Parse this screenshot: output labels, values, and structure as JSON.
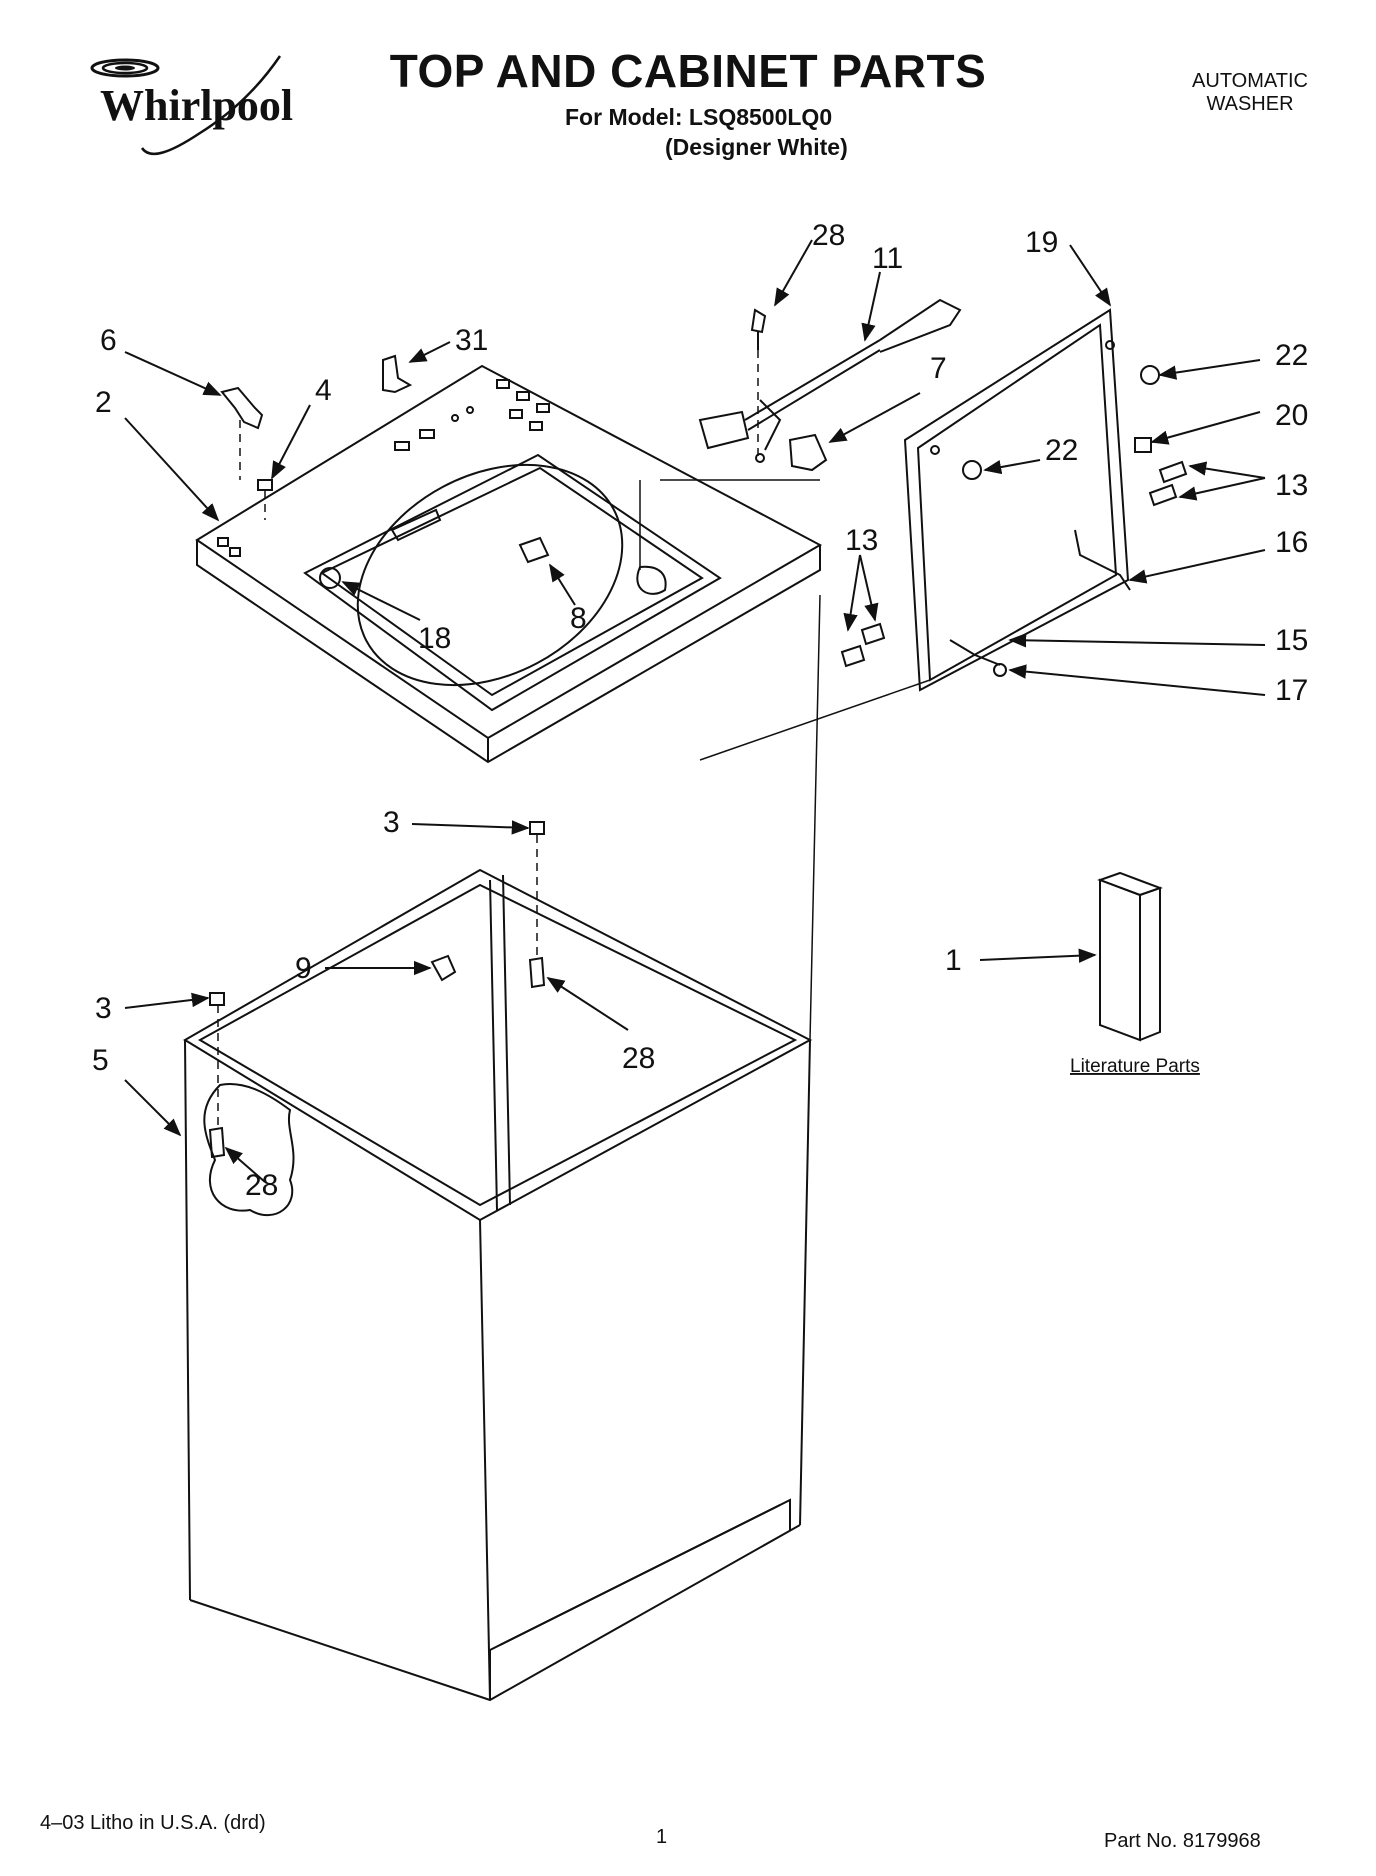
{
  "header": {
    "brand": "Whirlpool",
    "title": "TOP AND CABINET PARTS",
    "model_line": "For Model: LSQ8500LQ0",
    "color_line": "(Designer White)",
    "product_line1": "AUTOMATIC",
    "product_line2": "WASHER"
  },
  "callouts": {
    "c1": "1",
    "c2": "2",
    "c3a": "3",
    "c3b": "3",
    "c4": "4",
    "c5": "5",
    "c6": "6",
    "c7": "7",
    "c8": "8",
    "c9": "9",
    "c11": "11",
    "c13a": "13",
    "c13b": "13",
    "c15": "15",
    "c16": "16",
    "c17": "17",
    "c18": "18",
    "c19": "19",
    "c20": "20",
    "c22a": "22",
    "c22b": "22",
    "c28a": "28",
    "c28b": "28",
    "c28c": "28",
    "c31": "31"
  },
  "literature_label": "Literature Parts",
  "footer": {
    "litho": "4–03 Litho in U.S.A. (drd)",
    "page": "1",
    "part_no": "Part No. 8179968"
  },
  "colors": {
    "ink": "#111111",
    "paper": "#ffffff"
  }
}
